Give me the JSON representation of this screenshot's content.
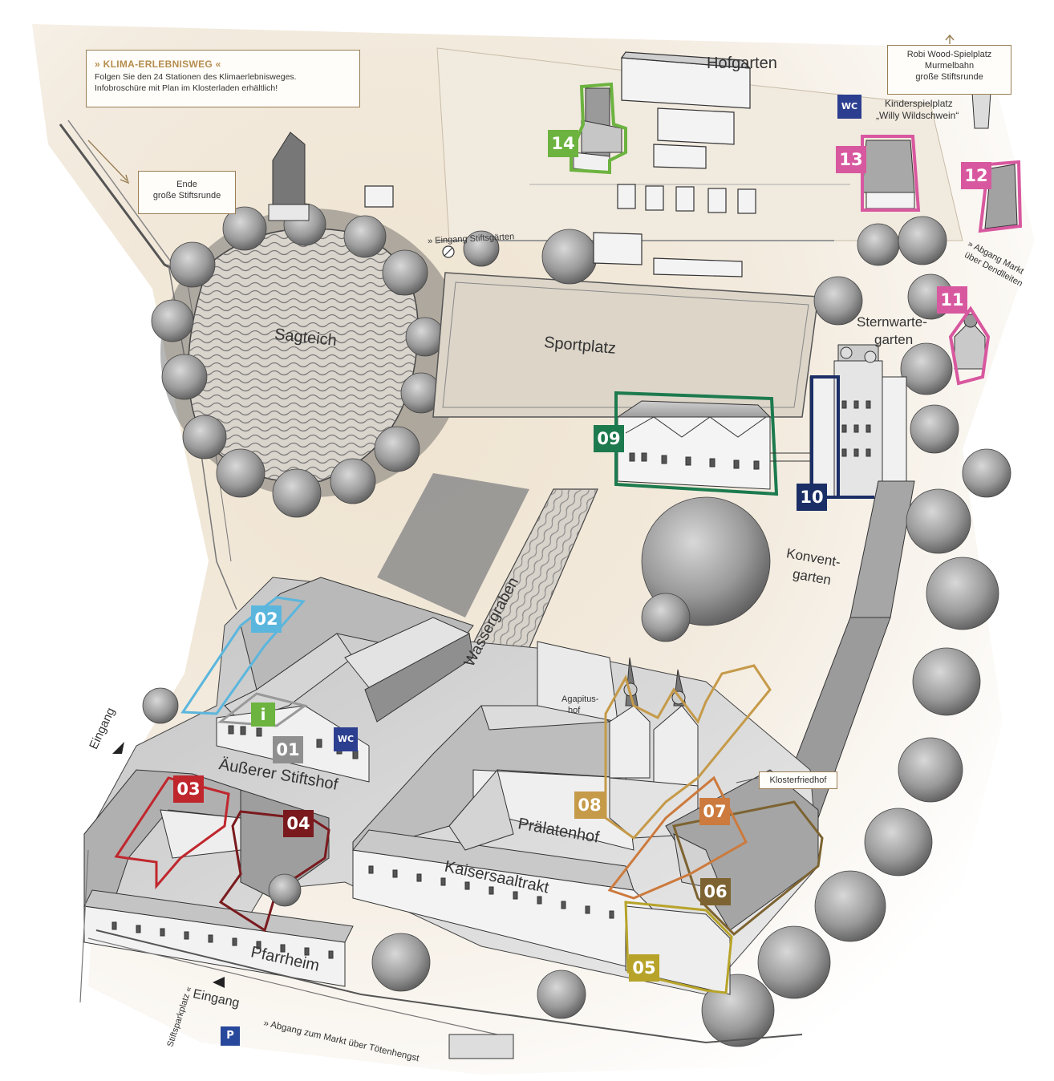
{
  "info_box": {
    "title": "» KLIMA-ERLEBNISWEG «",
    "line1": "Folgen Sie den 24 Stationen des Klimaerlebnisweges.",
    "line2": "Infobroschüre mit Plan im Klosterladen erhältlich!"
  },
  "areas": {
    "hofgarten": "Hofgarten",
    "sagteich": "Sagteich",
    "sportplatz": "Sportplatz",
    "sternwarte_1": "Sternwarte-",
    "sternwarte_2": "garten",
    "konvent_1": "Konvent-",
    "konvent_2": "garten",
    "wassergraben": "Wassergraben",
    "aeusserer_stiftshof": "Äußerer Stiftshof",
    "praelatenhof": "Prälatenhof",
    "kaisersaaltrakt": "Kaisersaaltrakt",
    "pfarrheim": "Pfarrheim",
    "agapitushof_1": "Agapitus-",
    "agapitushof_2": "hof"
  },
  "notes": {
    "ende_1": "Ende",
    "ende_2": "große Stiftsrunde",
    "robi_1": "Robi Wood-Spielplatz",
    "robi_2": "Murmelbahn",
    "robi_3": "große Stiftsrunde",
    "kinderspielplatz_1": "Kinderspielplatz",
    "kinderspielplatz_2": "„Willy Wildschwein“",
    "eingang_stiftsgaerten": "» Eingang Stiftsgärten",
    "abgang_markt_1": "» Abgang Markt",
    "abgang_markt_2": "über Dendlleiten",
    "klosterfriedhof": "Klosterfriedhof",
    "eingang_west": "Eingang",
    "eingang_south": "Eingang",
    "stiftsparkplatz": "Stiftsparkplatz «",
    "abgang_toetenhengst": "» Abgang zum Markt über Tötenhengst"
  },
  "stations": [
    {
      "num": "01",
      "color": "#8f8f8f"
    },
    {
      "num": "02",
      "color": "#5bb6dd"
    },
    {
      "num": "03",
      "color": "#c0272d"
    },
    {
      "num": "04",
      "color": "#7a1a1e"
    },
    {
      "num": "05",
      "color": "#b7a329"
    },
    {
      "num": "06",
      "color": "#7d6331"
    },
    {
      "num": "07",
      "color": "#cc7a3d"
    },
    {
      "num": "08",
      "color": "#c59a49"
    },
    {
      "num": "09",
      "color": "#1c7a4e"
    },
    {
      "num": "10",
      "color": "#1b2f66"
    },
    {
      "num": "11",
      "color": "#d8589f"
    },
    {
      "num": "12",
      "color": "#d8589f"
    },
    {
      "num": "13",
      "color": "#d8589f"
    },
    {
      "num": "14",
      "color": "#6cb33f"
    }
  ],
  "symbols": {
    "info": "i",
    "wc": "WC",
    "parking": "P"
  },
  "colors": {
    "accent_gold": "#b58d4e",
    "wc_blue": "#2c3e8f",
    "info_green": "#6cb33f",
    "parking_blue": "#27489b"
  }
}
